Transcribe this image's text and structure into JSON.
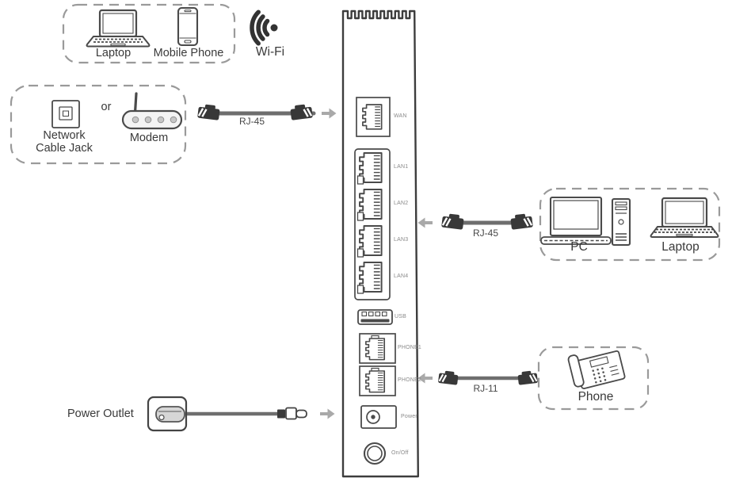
{
  "wireless_group": {
    "laptop_label": "Laptop",
    "mobile_phone_label": "Mobile Phone",
    "wifi_label": "Wi-Fi"
  },
  "wan_source_group": {
    "network_jack_label_line1": "Network",
    "network_jack_label_line2": "Cable Jack",
    "or_label": "or",
    "modem_label": "Modem"
  },
  "connections": {
    "wan_cable_label": "RJ-45",
    "lan_cable_label": "RJ-45",
    "phone_cable_label": "RJ-11"
  },
  "device_ports": {
    "wan": "WAN",
    "lan1": "LAN1",
    "lan2": "LAN2",
    "lan3": "LAN3",
    "lan4": "LAN4",
    "usb": "USB",
    "phone1": "PHONE1",
    "phone2": "PHONE2",
    "power": "Power",
    "on_off": "On/Off"
  },
  "lan_clients_group": {
    "pc_label": "PC",
    "laptop_label": "Laptop"
  },
  "phone_group": {
    "phone_label": "Phone"
  },
  "power_group": {
    "outlet_label": "Power Outlet"
  },
  "colors": {
    "line_art": "#3d3d3d",
    "icon_stroke": "#4a4a4a",
    "cable": "#6e6e6e",
    "plug": "#383838",
    "arrow": "#a9a9a9",
    "dashed_border": "#9a9a9a",
    "port_label_text": "#8a8a8a",
    "label_text": "#3a3a3a"
  }
}
